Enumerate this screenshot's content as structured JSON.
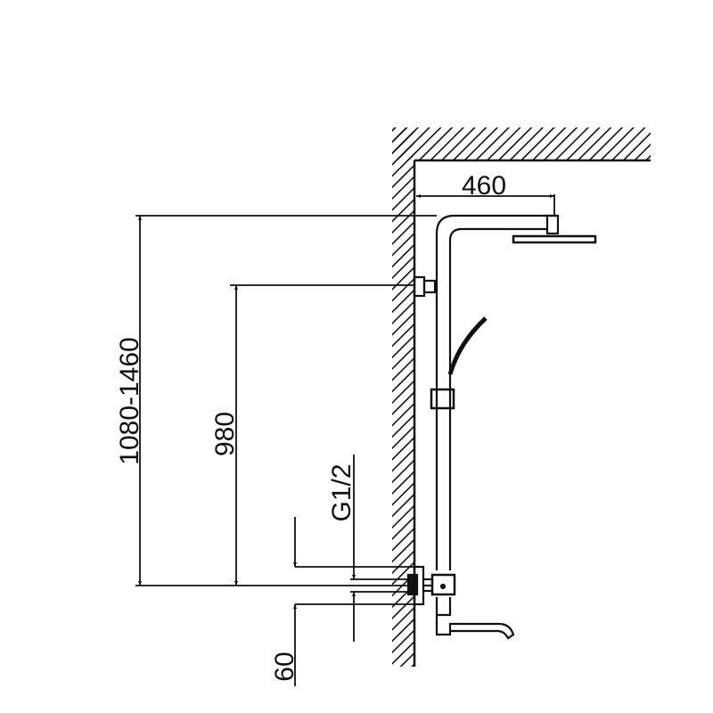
{
  "dimensions": {
    "head_projection": "460",
    "head_height": "1080-1460",
    "bracket_height": "980",
    "inlet_thread": "G1/2",
    "inlet_spacing": "60"
  },
  "colors": {
    "line": "#111111",
    "background": "#ffffff"
  }
}
